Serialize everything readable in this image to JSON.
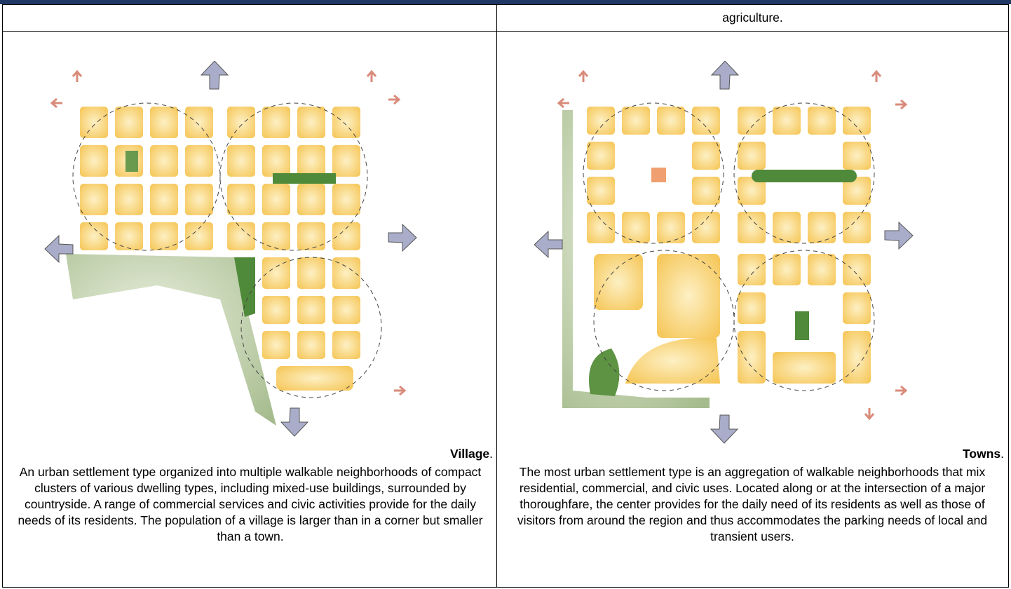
{
  "header": {
    "left_cell_text": "",
    "right_cell_text": "agriculture."
  },
  "village": {
    "title": "Village",
    "title_suffix": ".",
    "description": "An urban settlement type organized into multiple walkable neighborhoods of compact clusters of various dwelling types, including mixed-use buildings, surrounded by countryside. A range of commercial services and civic activities provide for the daily needs of its residents. The population of a village is larger than in a corner but smaller than a town."
  },
  "towns": {
    "title": "Towns",
    "title_suffix": ".",
    "description": "The most urban settlement type is an aggregation of walkable neighborhoods that mix residential, commercial, and civic uses. Located along or at the intersection of a major thoroughfare, the center provides for the daily need of its residents as well as those of visitors from around the region and thus accommodates the parking needs of local and transient users."
  },
  "colors": {
    "header_bar": "#1f3864",
    "block_fill": "#f7c85a",
    "block_light": "#fde9b0",
    "corner_accent": "#e8621a",
    "park_green": "#4f8a3a",
    "countryside_green": "#9cb47a",
    "arrow_major": "#a9adc9",
    "arrow_minor": "#f2b7a6",
    "civic_gray": "#b8b8a8"
  }
}
